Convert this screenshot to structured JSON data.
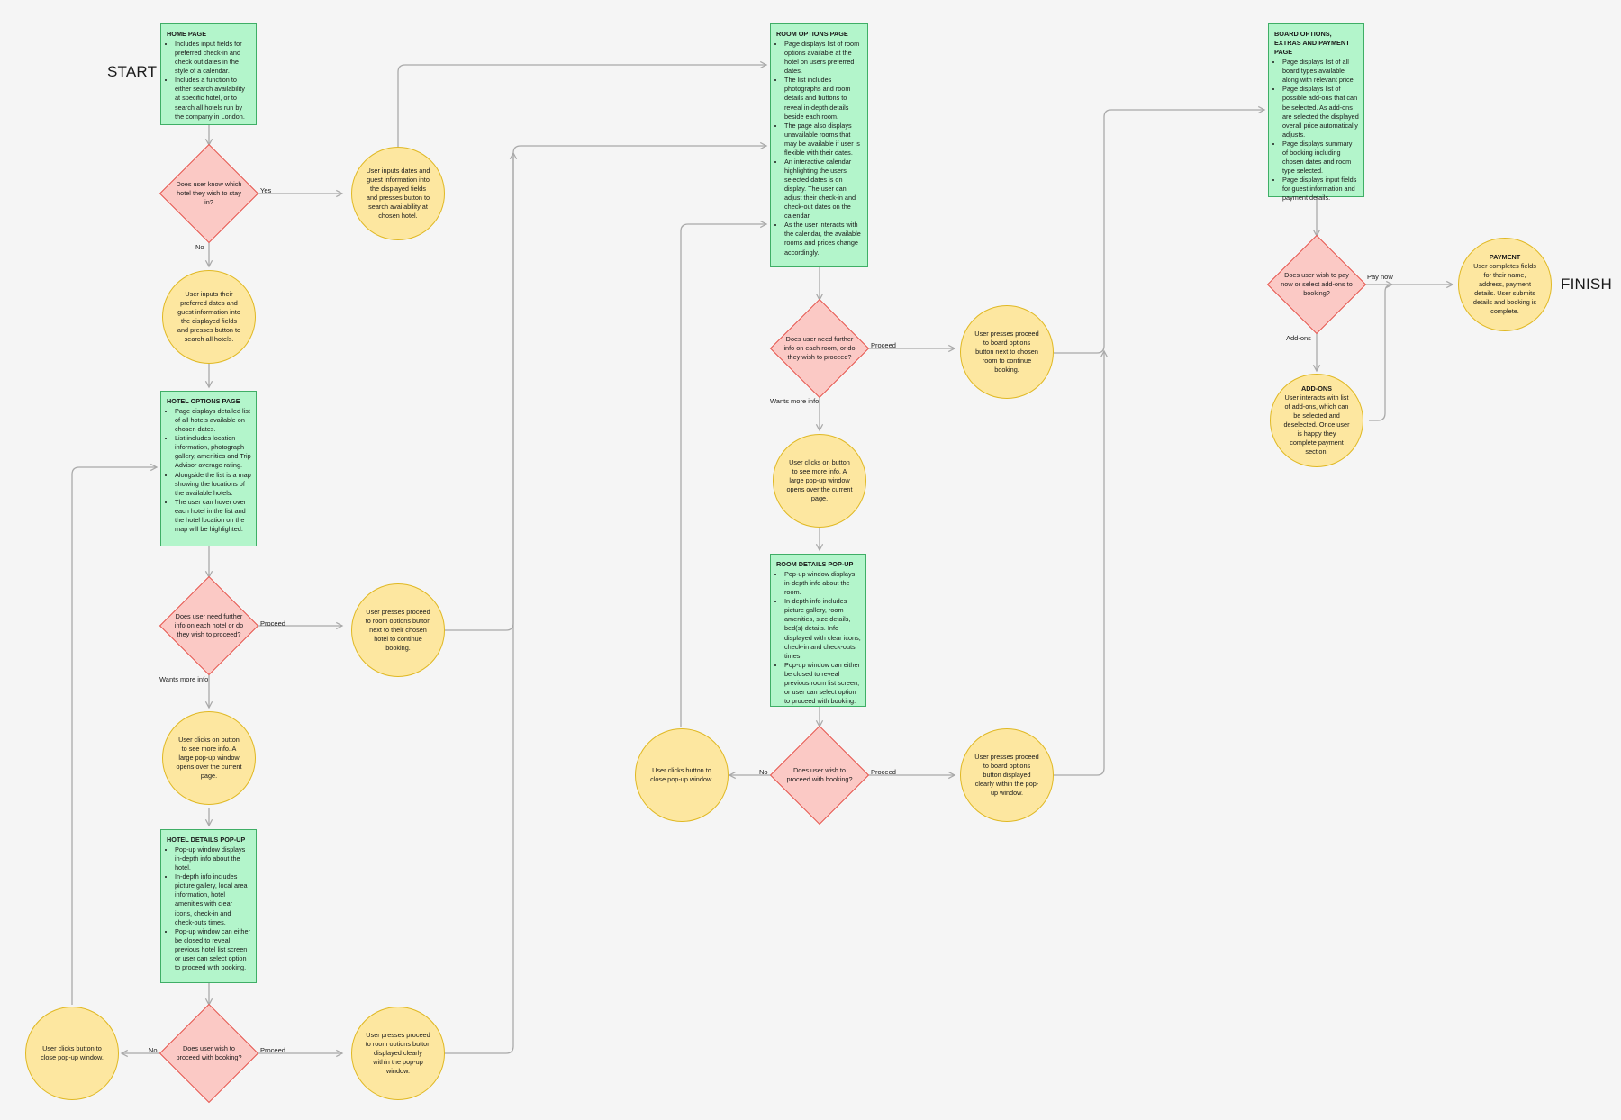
{
  "start_label": "START",
  "finish_label": "FINISH",
  "home_page": {
    "title": "HOME PAGE",
    "items": [
      "Includes input fields for preferred check-in and check out dates in the style of a calendar.",
      "Includes a function to either search availability at specific hotel, or to search all hotels run by the company in London."
    ]
  },
  "hotel_options_page": {
    "title": "HOTEL OPTIONS PAGE",
    "items": [
      "Page displays detailed list of all hotels available on chosen dates.",
      "List includes location information, photograph gallery, amenities and Trip Advisor average rating.",
      "Alongside the list is a map showing the locations of the available hotels.",
      "The user can hover over each hotel in the list and the hotel location on the map will be highlighted."
    ]
  },
  "hotel_details_popup": {
    "title": "HOTEL DETAILS POP-UP",
    "items": [
      "Pop-up window displays in-depth info about the hotel.",
      "In-depth info includes picture gallery, local area information, hotel amenities with clear icons, check-in and check-outs times.",
      "Pop-up window can either be closed to reveal previous hotel list screen or user can select option to proceed with booking."
    ]
  },
  "room_options_page": {
    "title": "ROOM OPTIONS PAGE",
    "items": [
      "Page displays list of room options available at the hotel on users preferred dates.",
      "The list includes photographs and room details and buttons to reveal in-depth details beside each room.",
      "The page also displays unavailable rooms that may be available if user is flexible with their dates.",
      "An interactive calendar highlighting the users selected dates is on display. The user can adjust their check-in and check-out dates on the calendar.",
      "As the user interacts with the calendar, the available rooms and prices change accordingly."
    ]
  },
  "room_details_popup": {
    "title": "ROOM DETAILS POP-UP",
    "items": [
      "Pop-up window displays in-depth info about the room.",
      "In-depth info includes picture gallery, room amenities, size details, bed(s) details. Info displayed with clear icons, check-in and check-outs times.",
      "Pop-up window can either be closed to reveal previous room list screen, or user can select option to proceed with booking."
    ]
  },
  "board_options_page": {
    "title": "BOARD OPTIONS, EXTRAS AND PAYMENT PAGE",
    "items": [
      "Page displays list of all board types available along with relevant price.",
      "Page displays list of possible add-ons that can be selected. As add-ons are selected the displayed overall price automatically adjusts.",
      "Page displays summary of booking including chosen dates and room type selected.",
      "Page displays input fields for guest information and payment details."
    ]
  },
  "decisions": {
    "know_hotel": "Does user know which hotel they wish to stay in?",
    "hotel_more_info": "Does user need further info on each hotel or do they wish to proceed?",
    "hotel_proceed_booking": "Does user wish to proceed with booking?",
    "room_more_info": "Does user need further info on each room, or do they wish to proceed?",
    "room_proceed_booking": "Does user wish to proceed with booking?",
    "pay_or_addons": "Does user wish to pay now or select add-ons to booking?"
  },
  "actions": {
    "search_chosen_hotel": "User inputs dates and guest information into the displayed fields and presses button to search availability at chosen hotel.",
    "search_all_hotels": "User inputs their preferred dates and guest information into the displayed fields and presses button to search all hotels.",
    "hotel_proceed_room_options": "User presses proceed to room options button next to their chosen hotel to continue booking.",
    "hotel_more_info_popup": "User clicks on button to see more info. A large pop-up window opens over the current page.",
    "hotel_close_popup": "User clicks button to close pop-up window.",
    "hotel_popup_proceed": "User presses proceed to room options button displayed clearly within the pop-up window.",
    "room_proceed_board": "User presses proceed to board options button next to chosen room to continue booking.",
    "room_more_info_popup": "User clicks on button to see more info. A large pop-up window opens over the current page.",
    "room_close_popup": "User clicks button to close pop-up window.",
    "room_popup_proceed": "User presses proceed to board options button displayed clearly within the pop-up window."
  },
  "payment": {
    "title": "PAYMENT",
    "text": "User completes fields for their name, address, payment details. User submits details and booking is complete."
  },
  "addons": {
    "title": "ADD-ONS",
    "text": "User interacts with list of add-ons, which can be selected and deselected. Once user is happy they complete payment section."
  },
  "edge_labels": {
    "yes": "Yes",
    "no": "No",
    "proceed": "Proceed",
    "wants_more_info": "Wants more info",
    "pay_now": "Pay now",
    "add_ons": "Add-ons"
  },
  "colors": {
    "page_fill": "#b3f5cb",
    "page_border": "#3fae66",
    "decision_fill": "#fbc9c5",
    "decision_border": "#e5534b",
    "action_fill": "#fde7a0",
    "action_border": "#e0b822",
    "connector": "#a9a9a9"
  }
}
